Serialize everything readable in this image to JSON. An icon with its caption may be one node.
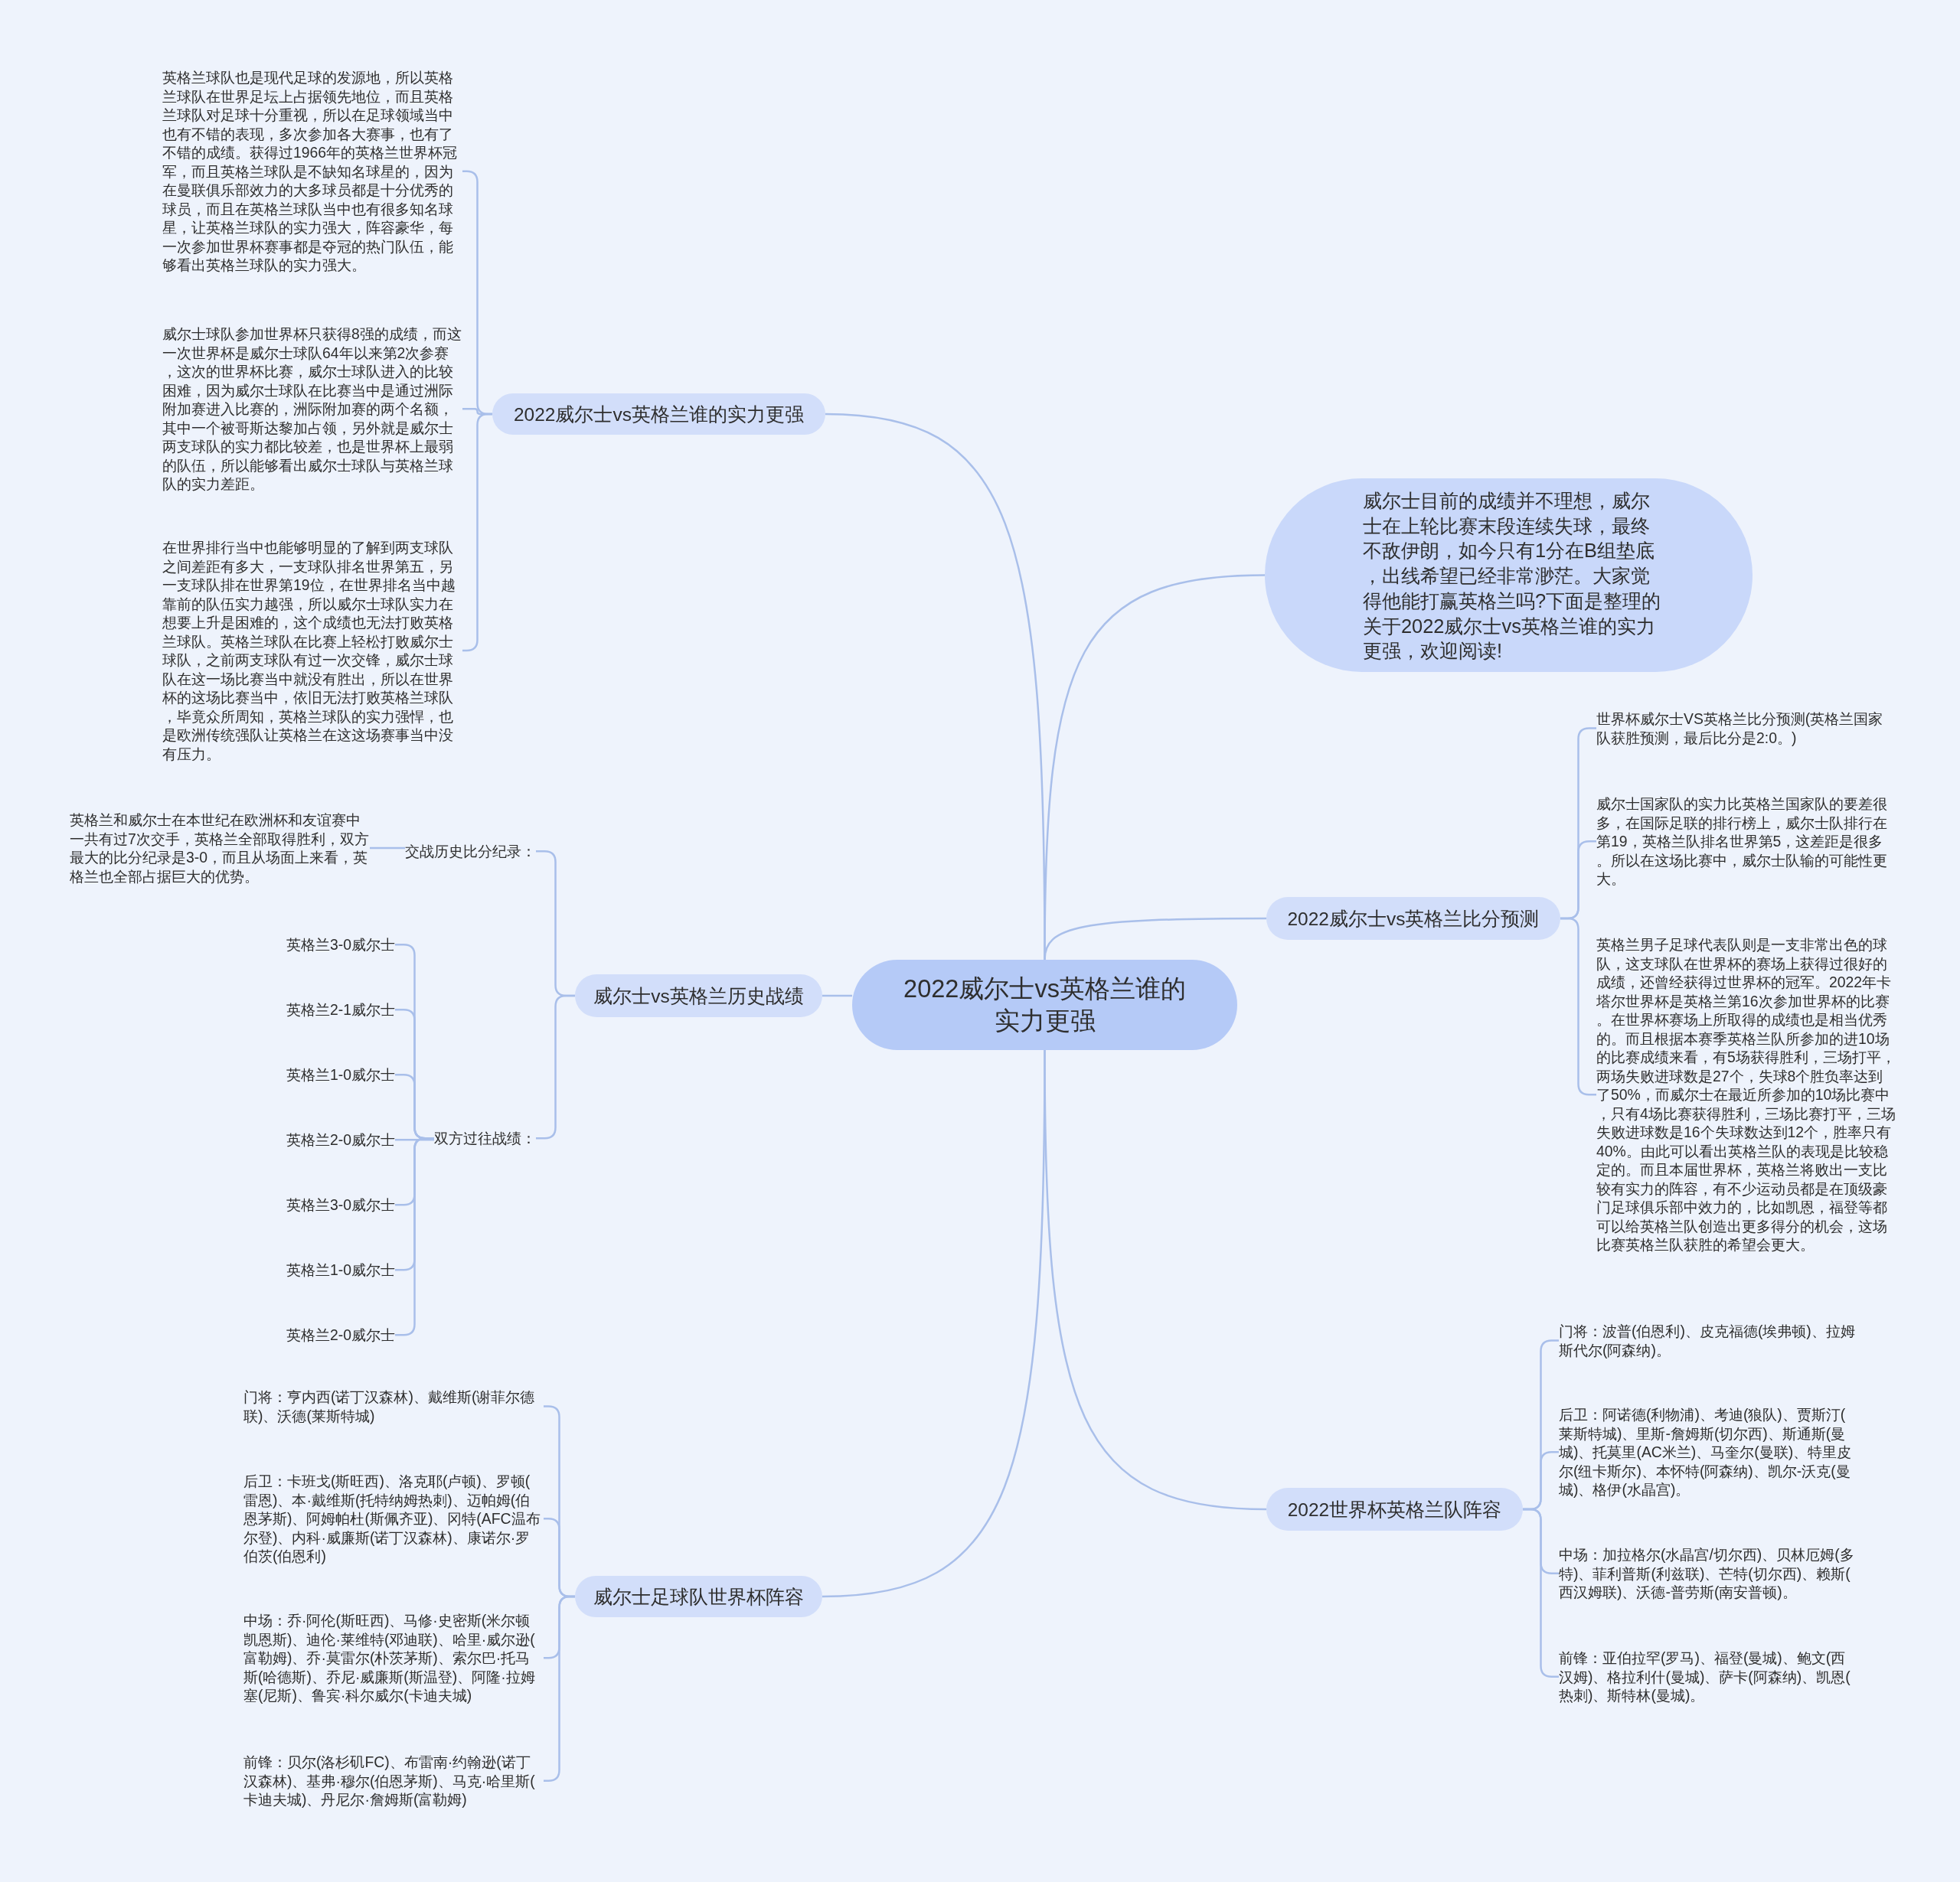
{
  "diagram": {
    "nodes": [
      {
        "text": [
          "2022威尔士vs英格兰谁的实力更强"
        ]
      },
      {
        "text": [
          "2022威尔士vs英格兰谁的实力更强"
        ]
      },
      {
        "text": [
          "英格兰球队也是现代足球的发源地，所以英格兰球队在世界足坛上占据领先地位，而且英格兰球队对足球十分重视，所以在足球领域当中也有不错的表现，多次参加各大赛事，也有了不错的成绩。获得过1966年的英格兰世界杯冠军，而且英格兰球队是不缺知名球星的，因为在曼联俱乐部效力的大多球员都是十分优秀的球员，而且在英格兰球队当中也有很多知名球星，让英格兰球队的实力强大，阵容豪华，每一次参加世界杯赛事都是夺冠的热门队伍，能够看出英格兰球队的实力强大。"
        ]
      },
      {
        "text": [
          "威尔士球队参加世界杯只获得8强的成绩，而这一次世界杯是威尔士球队64年以来第2次参赛，这次的世界杯比赛，威尔士球队进入的比较困难，因为威尔士球队在比赛当中是通过洲际附加赛进入比赛的，洲际附加赛的两个名额，其中一个被哥斯达黎加占领，另外就是威尔士两支球队的实力都比较差，也是世界杯上最弱的队伍，所以能够看出威尔士球队与英格兰球队的实力差距。"
        ]
      },
      {
        "text": [
          "在世界排行当中也能够明显的了解到两支球队之间差距有多大，一支球队排名世界第五，另一支球队排在世界第19位，在世界排名当中越靠前的队伍实力越强，所以威尔士球队实力在想要上升是困难的，这个成绩也无法打败英格兰球队。英格兰球队在比赛上轻松打败威尔士球队，之前两支球队有过一次交锋，威尔士球队在这一场比赛当中就没有胜出，所以在世界杯的这场比赛当中，依旧无法打败英格兰球队，毕竟众所周知，英格兰球队的实力强悍，也是欧洲传统强队让英格兰在这这场赛事当中没有压力。"
        ]
      },
      {
        "text": [
          "威尔士目前的成绩并不理想，威尔士在上轮比赛末段连续失球，最终不敌伊朗，如今只有1分在B组垫底，出线希望已经非常渺茫。大家觉得他能打赢英格兰吗?下面是整理的关于2022威尔士vs英格兰谁的实力更强，欢迎阅读!"
        ]
      },
      {
        "text": [
          "2022威尔士vs英格兰比分预测"
        ]
      },
      {
        "text": [
          "世界杯威尔士VS英格兰比分预测(英格兰国家队获胜预测，最后比分是2:0。)"
        ]
      },
      {
        "text": [
          "威尔士国家队的实力比英格兰国家队的要差很多，在国际足联的排行榜上，威尔士队排行在第19，英格兰队排名世界第5，这差距是很多。所以在这场比赛中，威尔士队输的可能性更大。"
        ]
      },
      {
        "text": [
          "英格兰男子足球代表队则是一支非常出色的球队，这支球队在世界杯的赛场上获得过很好的成绩，还曾经获得过世界杯的冠军。2022年卡塔尔世界杯是英格兰第16次参加世界杯的比赛。在世界杯赛场上所取得的成绩也是相当优秀的。而且根据本赛季英格兰队所参加的进10场的比赛成绩来看，有5场获得胜利，三场打平，两场失败进球数是27个，失球8个胜负率达到了50%，而威尔士在最近所参加的10场比赛中，只有4场比赛获得胜利，三场比赛打平，三场失败进球数是16个失球数达到12个，胜率只有40%。由此可以看出英格兰队的表现是比较稳定的。而且本届世界杯，英格兰将败出一支比较有实力的阵容，有不少运动员都是在顶级豪门足球俱乐部中效力的，比如凯恩，福登等都可以给英格兰队创造出更多得分的机会，这场比赛英格兰队获胜的希望会更大。"
        ]
      },
      {
        "text": [
          "威尔士vs英格兰历史战绩"
        ]
      },
      {
        "text": [
          "交战历史比分纪录："
        ]
      },
      {
        "text": [
          "英格兰和威尔士在本世纪在欧洲杯和友谊赛中一共有过7次交手，英格兰全部取得胜利，双方最大的比分纪录是3-0，而且从场面上来看，英格兰也全部占据巨大的优势。"
        ]
      },
      {
        "text": [
          "双方过往战绩："
        ]
      },
      {
        "text": [
          "英格兰3-0威尔士"
        ]
      },
      {
        "text": [
          "英格兰2-1威尔士"
        ]
      },
      {
        "text": [
          "英格兰1-0威尔士"
        ]
      },
      {
        "text": [
          "英格兰2-0威尔士"
        ]
      },
      {
        "text": [
          "英格兰3-0威尔士"
        ]
      },
      {
        "text": [
          "英格兰1-0威尔士"
        ]
      },
      {
        "text": [
          "英格兰2-0威尔士"
        ]
      },
      {
        "text": [
          "2022世界杯英格兰队阵容"
        ]
      },
      {
        "text": [
          "门将：波普(伯恩利)、皮克福德(埃弗顿)、拉姆斯代尔(阿森纳)。"
        ]
      },
      {
        "text": [
          "后卫：阿诺德(利物浦)、考迪(狼队)、贾斯汀(莱斯特城)、里斯-詹姆斯(切尔西)、斯通斯(曼城)、托莫里(AC米兰)、马奎尔(曼联)、特里皮尔(纽卡斯尔)、本怀特(阿森纳)、凯尔-沃克(曼城)、格伊(水晶宫)。"
        ]
      },
      {
        "text": [
          "中场：加拉格尔(水晶宫/切尔西)、贝林厄姆(多特)、菲利普斯(利兹联)、芒特(切尔西)、赖斯(西汉姆联)、沃德-普劳斯(南安普顿)。"
        ]
      },
      {
        "text": [
          "前锋：亚伯拉罕(罗马)、福登(曼城)、鲍文(西汉姆)、格拉利什(曼城)、萨卡(阿森纳)、凯恩(热刺)、斯特林(曼城)。"
        ]
      },
      {
        "text": [
          "威尔士足球队世界杯阵容"
        ]
      },
      {
        "text": [
          "门将：亨内西(诺丁汉森林)、戴维斯(谢菲尔德联)、沃德(莱斯特城)"
        ]
      },
      {
        "text": [
          "后卫：卡班戈(斯旺西)、洛克耶(卢顿)、罗顿(雷恩)、本·戴维斯(托特纳姆热刺)、迈帕姆(伯恩茅斯)、阿姆帕杜(斯佩齐亚)、冈特(AFC温布尔登)、内科·威廉斯(诺丁汉森林)、康诺尔·罗伯茨(伯恩利)"
        ]
      },
      {
        "text": [
          "中场：乔·阿伦(斯旺西)、马修·史密斯(米尔顿凯恩斯)、迪伦·莱维特(邓迪联)、哈里·威尔逊(富勒姆)、乔·莫雷尔(朴茨茅斯)、索尔巴·托马斯(哈德斯)、乔尼·威廉斯(斯温登)、阿隆·拉姆塞(尼斯)、鲁宾·科尔威尔(卡迪夫城)"
        ]
      },
      {
        "text": [
          "前锋：贝尔(洛杉矶FC)、布雷南·约翰逊(诺丁汉森林)、基弗·穆尔(伯恩茅斯)、马克·哈里斯(卡迪夫城)、丹尼尔·詹姆斯(富勒姆)"
        ]
      }
    ],
    "edges": [
      {
        "from": 0,
        "to": 1,
        "arrow": "none"
      },
      {
        "from": 0,
        "to": 5,
        "arrow": "none"
      },
      {
        "from": 0,
        "to": 6,
        "arrow": "none"
      },
      {
        "from": 0,
        "to": 10,
        "arrow": "none"
      },
      {
        "from": 0,
        "to": 21,
        "arrow": "none"
      },
      {
        "from": 0,
        "to": 26,
        "arrow": "none"
      },
      {
        "from": 1,
        "to": 2,
        "arrow": "none"
      },
      {
        "from": 1,
        "to": 3,
        "arrow": "none"
      },
      {
        "from": 1,
        "to": 4,
        "arrow": "none"
      },
      {
        "from": 6,
        "to": 7,
        "arrow": "none"
      },
      {
        "from": 6,
        "to": 8,
        "arrow": "none"
      },
      {
        "from": 6,
        "to": 9,
        "arrow": "none"
      },
      {
        "from": 10,
        "to": 11,
        "arrow": "none"
      },
      {
        "from": 10,
        "to": 13,
        "arrow": "none"
      },
      {
        "from": 11,
        "to": 12,
        "arrow": "none"
      },
      {
        "from": 13,
        "to": 14,
        "arrow": "none"
      },
      {
        "from": 13,
        "to": 15,
        "arrow": "none"
      },
      {
        "from": 13,
        "to": 16,
        "arrow": "none"
      },
      {
        "from": 13,
        "to": 17,
        "arrow": "none"
      },
      {
        "from": 13,
        "to": 18,
        "arrow": "none"
      },
      {
        "from": 13,
        "to": 19,
        "arrow": "none"
      },
      {
        "from": 13,
        "to": 20,
        "arrow": "none"
      },
      {
        "from": 21,
        "to": 22,
        "arrow": "none"
      },
      {
        "from": 21,
        "to": 23,
        "arrow": "none"
      },
      {
        "from": 21,
        "to": 24,
        "arrow": "none"
      },
      {
        "from": 21,
        "to": 25,
        "arrow": "none"
      },
      {
        "from": 26,
        "to": 27,
        "arrow": "none"
      },
      {
        "from": 26,
        "to": 28,
        "arrow": "none"
      },
      {
        "from": 26,
        "to": 29,
        "arrow": "none"
      },
      {
        "from": 26,
        "to": 30,
        "arrow": "none"
      }
    ]
  }
}
